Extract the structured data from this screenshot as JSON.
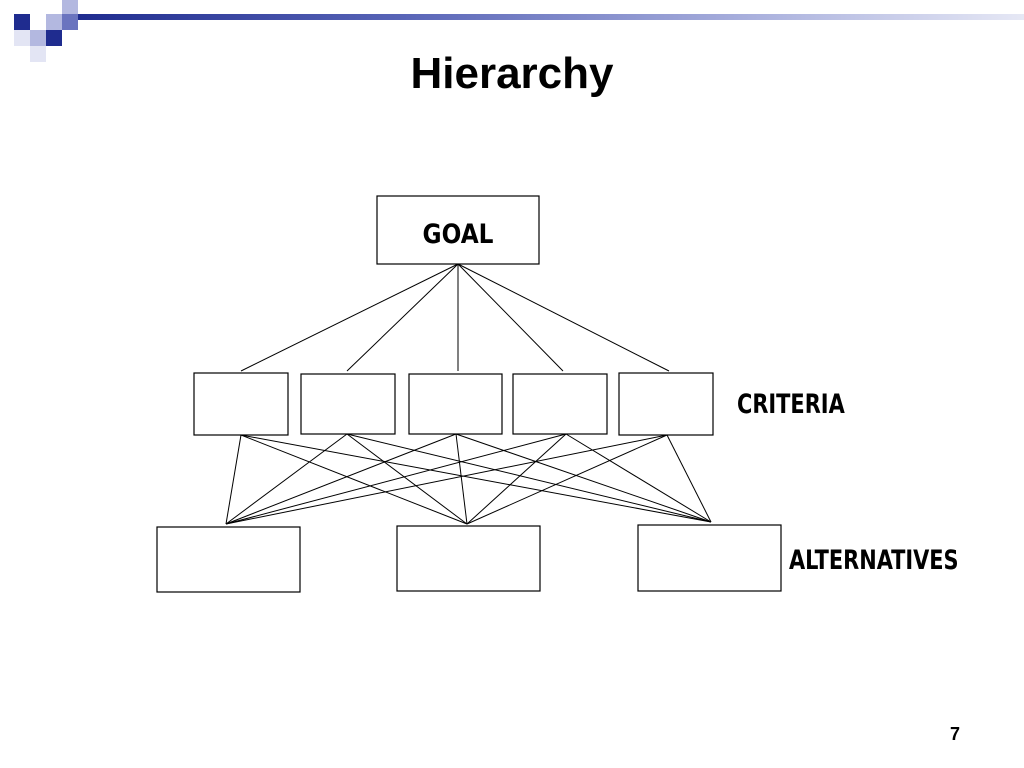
{
  "slide": {
    "title": "Hierarchy",
    "page_number": "7"
  },
  "colors": {
    "accent_dark": "#1f2c8f",
    "accent_mid": "#6a74bf",
    "accent_light": "#b3b8e0",
    "line": "#000000",
    "background": "#ffffff"
  },
  "hierarchy": {
    "goal": {
      "label": "GOAL"
    },
    "criteria_level_label": "CRITERIA",
    "alternatives_level_label": "ALTERNATIVES",
    "criteria": [
      {
        "label": ""
      },
      {
        "label": ""
      },
      {
        "label": ""
      },
      {
        "label": ""
      },
      {
        "label": ""
      }
    ],
    "alternatives": [
      {
        "label": ""
      },
      {
        "label": ""
      },
      {
        "label": ""
      }
    ],
    "connections": {
      "goal_to_each_criterion": true,
      "each_criterion_to_each_alternative": true
    }
  }
}
